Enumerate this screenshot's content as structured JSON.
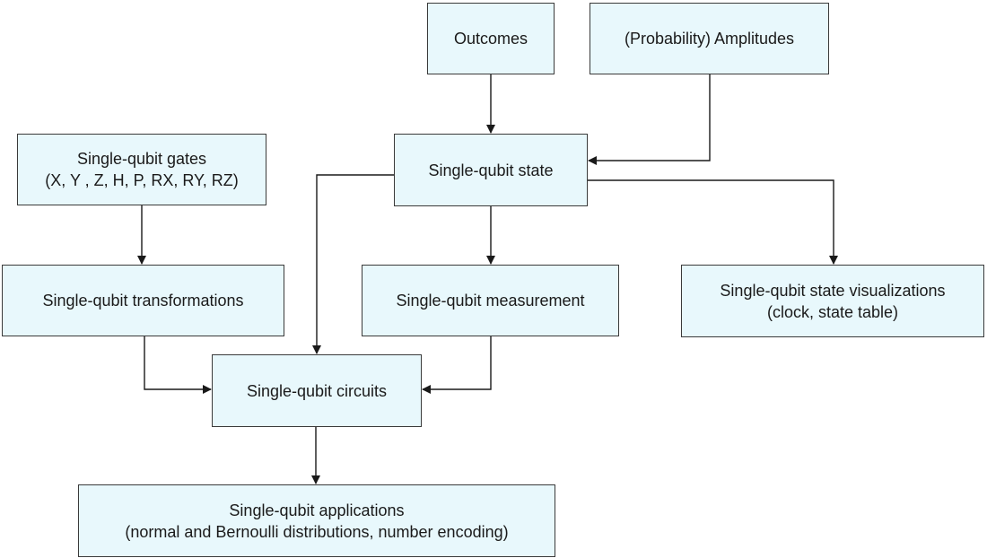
{
  "nodes": {
    "outcomes": {
      "line1": "Outcomes"
    },
    "amplitudes": {
      "line1": "(Probability) Amplitudes"
    },
    "state": {
      "line1": "Single-qubit state"
    },
    "gates": {
      "line1": "Single-qubit gates",
      "line2": "(X, Y , Z, H, P, RX, RY, RZ)"
    },
    "transformations": {
      "line1": "Single-qubit transformations"
    },
    "measurement": {
      "line1": "Single-qubit measurement"
    },
    "visualizations": {
      "line1": "Single-qubit state visualizations",
      "line2": "(clock, state table)"
    },
    "circuits": {
      "line1": "Single-qubit circuits"
    },
    "applications": {
      "line1": "Single-qubit applications",
      "line2": "(normal and Bernoulli distributions, number encoding)"
    }
  },
  "colors": {
    "box_fill": "#e8f8fc",
    "box_border": "#3a3a3a",
    "arrow": "#1a1a1a",
    "text": "#1a1a1a"
  }
}
